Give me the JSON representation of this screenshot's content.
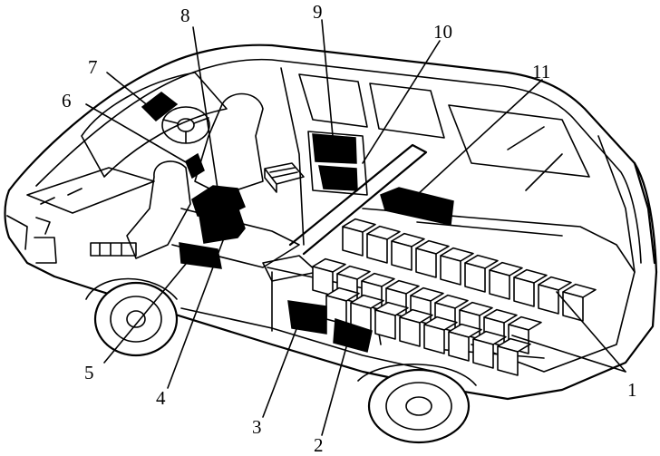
{
  "callouts": [
    {
      "id": "1",
      "text": "1"
    },
    {
      "id": "2",
      "text": "2"
    },
    {
      "id": "3",
      "text": "3"
    },
    {
      "id": "4",
      "text": "4"
    },
    {
      "id": "5",
      "text": "5"
    },
    {
      "id": "6",
      "text": "6"
    },
    {
      "id": "7",
      "text": "7"
    },
    {
      "id": "8",
      "text": "8"
    },
    {
      "id": "9",
      "text": "9"
    },
    {
      "id": "10",
      "text": "10"
    },
    {
      "id": "11",
      "text": "11"
    }
  ],
  "colors": {
    "ink": "#000000",
    "paper": "#ffffff"
  }
}
